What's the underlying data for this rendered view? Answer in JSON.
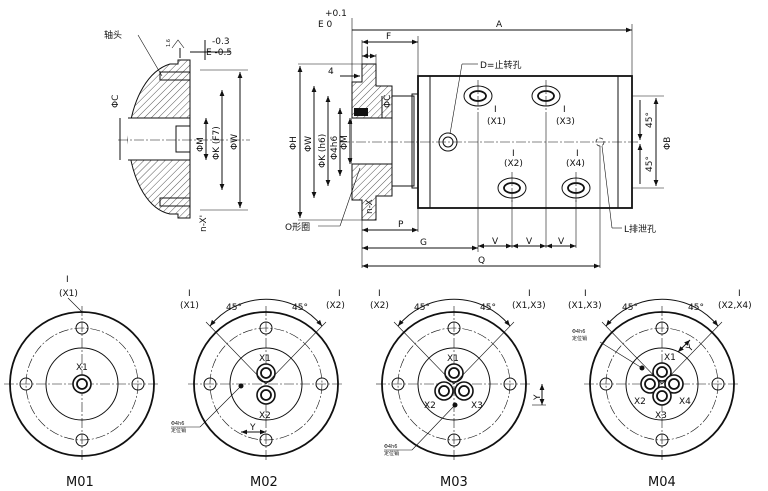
{
  "left_section": {
    "shaft_head": "轴头",
    "finish": "1.6",
    "tol_upper": "-0.3",
    "tol_lower": "E -0.5",
    "dia_c": "ΦC",
    "dia_m": "ΦM",
    "dia_k": "ΦK (F7)",
    "dia_w": "ΦW",
    "nx": "n-X'"
  },
  "side_view": {
    "tol_top": "+0.1",
    "e_zero": "E  0",
    "dim_a": "A",
    "dim_f": "F",
    "dim_j": "J",
    "dim_4": "4",
    "stop_hole": "D=止转孔",
    "dia_h": "ΦH",
    "dia_w": "ΦW",
    "dia_k_h6": "ΦK (h6)",
    "dia_4h6": "Φ4h6",
    "dia_m": "ΦM",
    "dia_c": "ΦC",
    "o_ring": "O形圈",
    "nx": "n-X",
    "dim_p": "P",
    "dim_g": "G",
    "dim_q": "Q",
    "dim_v": "V",
    "drain_hole": "L排泄孔",
    "dia_b": "ΦB",
    "angle": "45°",
    "port_i": "I",
    "x1": "(X1)",
    "x2": "(X2)",
    "x3": "(X3)",
    "x4": "(X4)"
  },
  "models": [
    {
      "id": "M01",
      "i": "I",
      "top_left": "(X1)",
      "ports": [
        "X1"
      ]
    },
    {
      "id": "M02",
      "i": "I",
      "top_left": "(X1)",
      "top_right": "(X2)",
      "angle": "45°",
      "ports": [
        "X1",
        "X2"
      ],
      "pin": "Φ4h6",
      "pin2": "定位销",
      "dim_y": "Y"
    },
    {
      "id": "M03",
      "i": "I",
      "top_left": "(X2)",
      "top_right": "(X1,X3)",
      "angle": "45°",
      "ports": [
        "X1",
        "X2",
        "X3"
      ],
      "pin": "Φ4h6",
      "pin2": "定位销",
      "dim_y": "Y"
    },
    {
      "id": "M04",
      "i": "I",
      "top_left": "(X1,X3)",
      "top_right": "(X2,X4)",
      "angle": "45°",
      "ports": [
        "X1",
        "X2",
        "X3",
        "X4"
      ],
      "pin": "Φ4h6",
      "pin2": "定位销",
      "dim_y": "Y"
    }
  ]
}
